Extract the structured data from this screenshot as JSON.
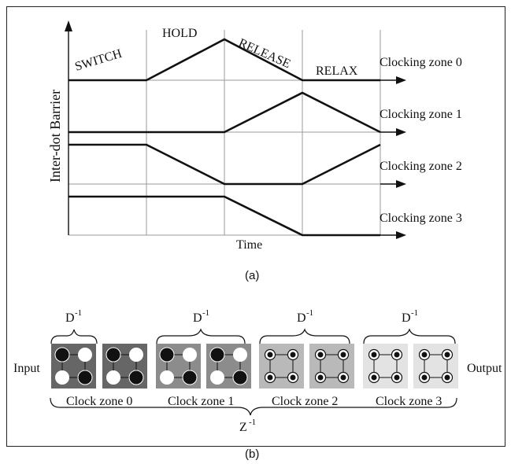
{
  "figure_a": {
    "y_axis_label": "Inter-dot Barrier",
    "x_axis_label": "Time",
    "phases": [
      "SWITCH",
      "HOLD",
      "RELEASE",
      "RELAX"
    ],
    "zones": [
      {
        "label": "Clocking zone 0",
        "values": [
          0.0,
          1.0,
          0.0,
          0.0
        ]
      },
      {
        "label": "Clocking zone 1",
        "values": [
          0.0,
          0.0,
          1.0,
          0.0
        ]
      },
      {
        "label": "Clocking zone 2",
        "values": [
          1.0,
          0.0,
          0.0,
          1.0
        ]
      },
      {
        "label": "Clocking zone 3",
        "values": [
          1.0,
          1.0,
          0.0,
          0.0
        ]
      }
    ],
    "caption": "(a)"
  },
  "figure_b": {
    "input_label": "Input",
    "output_label": "Output",
    "delay_labels": [
      "D",
      "D",
      "D",
      "D"
    ],
    "delay_superscript": "-1",
    "total_delay_label": "Z",
    "total_delay_superscript": "-1",
    "clock_zones": [
      {
        "label": "Clock zone 0",
        "color": "#666666"
      },
      {
        "label": "Clock zone 1",
        "color": "#8c8c8c"
      },
      {
        "label": "Clock zone 2",
        "color": "#b9b9b9"
      },
      {
        "label": "Clock zone 3",
        "color": "#e3e3e3"
      }
    ],
    "caption": "(b)"
  }
}
